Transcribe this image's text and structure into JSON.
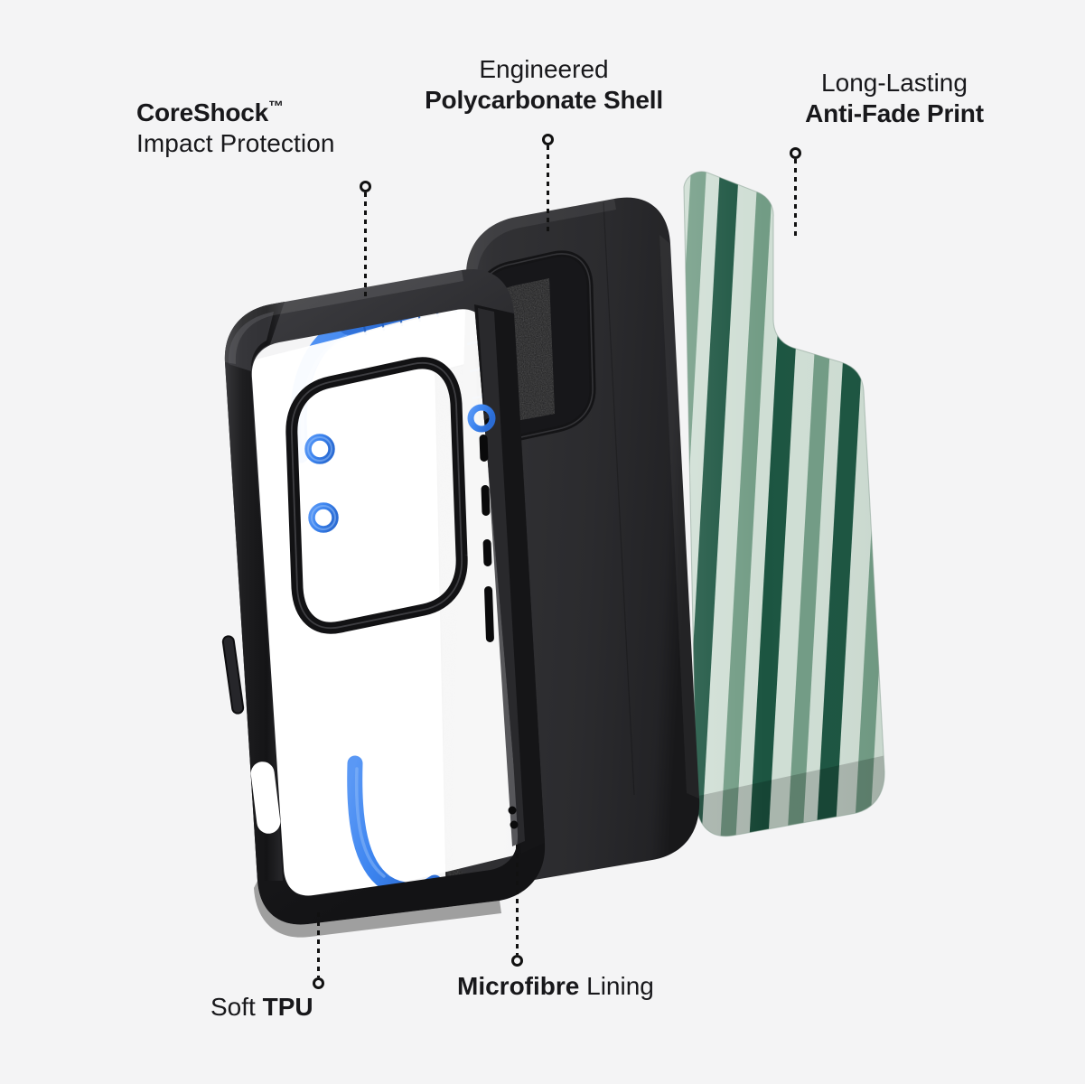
{
  "background_color": "#f4f4f5",
  "product": {
    "type": "phone-case-exploded-view",
    "layers": [
      {
        "key": "tpu",
        "name": "Soft TPU bumper",
        "color": "#1a1a1c",
        "accent_color": "#3d85f0"
      },
      {
        "key": "shell",
        "name": "Polycarbonate Shell",
        "color": "#2e2e31"
      },
      {
        "key": "lining",
        "name": "Microfibre Lining",
        "color": "#2a2a2c"
      },
      {
        "key": "print",
        "name": "Anti-Fade Print",
        "colors": [
          "#cfded4",
          "#729c85",
          "#1c5541"
        ]
      }
    ]
  },
  "colors": {
    "background": "#f4f4f5",
    "text": "#18181b",
    "tpu_black": "#1a1a1c",
    "shell_black": "#2e2e31",
    "accent_blue": "#3d85f0",
    "accent_blue_dark": "#2f6fd6",
    "print_light": "#cfded4",
    "print_mid": "#729c85",
    "print_dark": "#1c5541",
    "leader_line": "#111111"
  },
  "callouts": [
    {
      "id": "coreshock",
      "line1": "CoreShock",
      "trademark": "™",
      "line2": "Impact Protection",
      "line1_weight": "bold",
      "line2_weight": "regular",
      "align": "left",
      "leader": {
        "direction": "down",
        "length": 115
      }
    },
    {
      "id": "polycarbonate",
      "line1": "Engineered",
      "line2": "Polycarbonate Shell",
      "line1_weight": "regular",
      "line2_weight": "bold",
      "align": "center",
      "leader": {
        "direction": "down",
        "length": 98
      }
    },
    {
      "id": "antifade",
      "line1": "Long-Lasting",
      "line2": "Anti-Fade Print",
      "line1_weight": "regular",
      "line2_weight": "bold",
      "align": "center",
      "leader": {
        "direction": "down",
        "length": 88
      }
    },
    {
      "id": "tpu",
      "text_regular": "Soft ",
      "text_bold": "TPU",
      "align": "left",
      "leader": {
        "direction": "up",
        "length": 72
      }
    },
    {
      "id": "microfibre",
      "text_bold": "Microfibre",
      "text_regular": " Lining",
      "align": "left",
      "leader": {
        "direction": "up",
        "length": 122
      }
    }
  ]
}
